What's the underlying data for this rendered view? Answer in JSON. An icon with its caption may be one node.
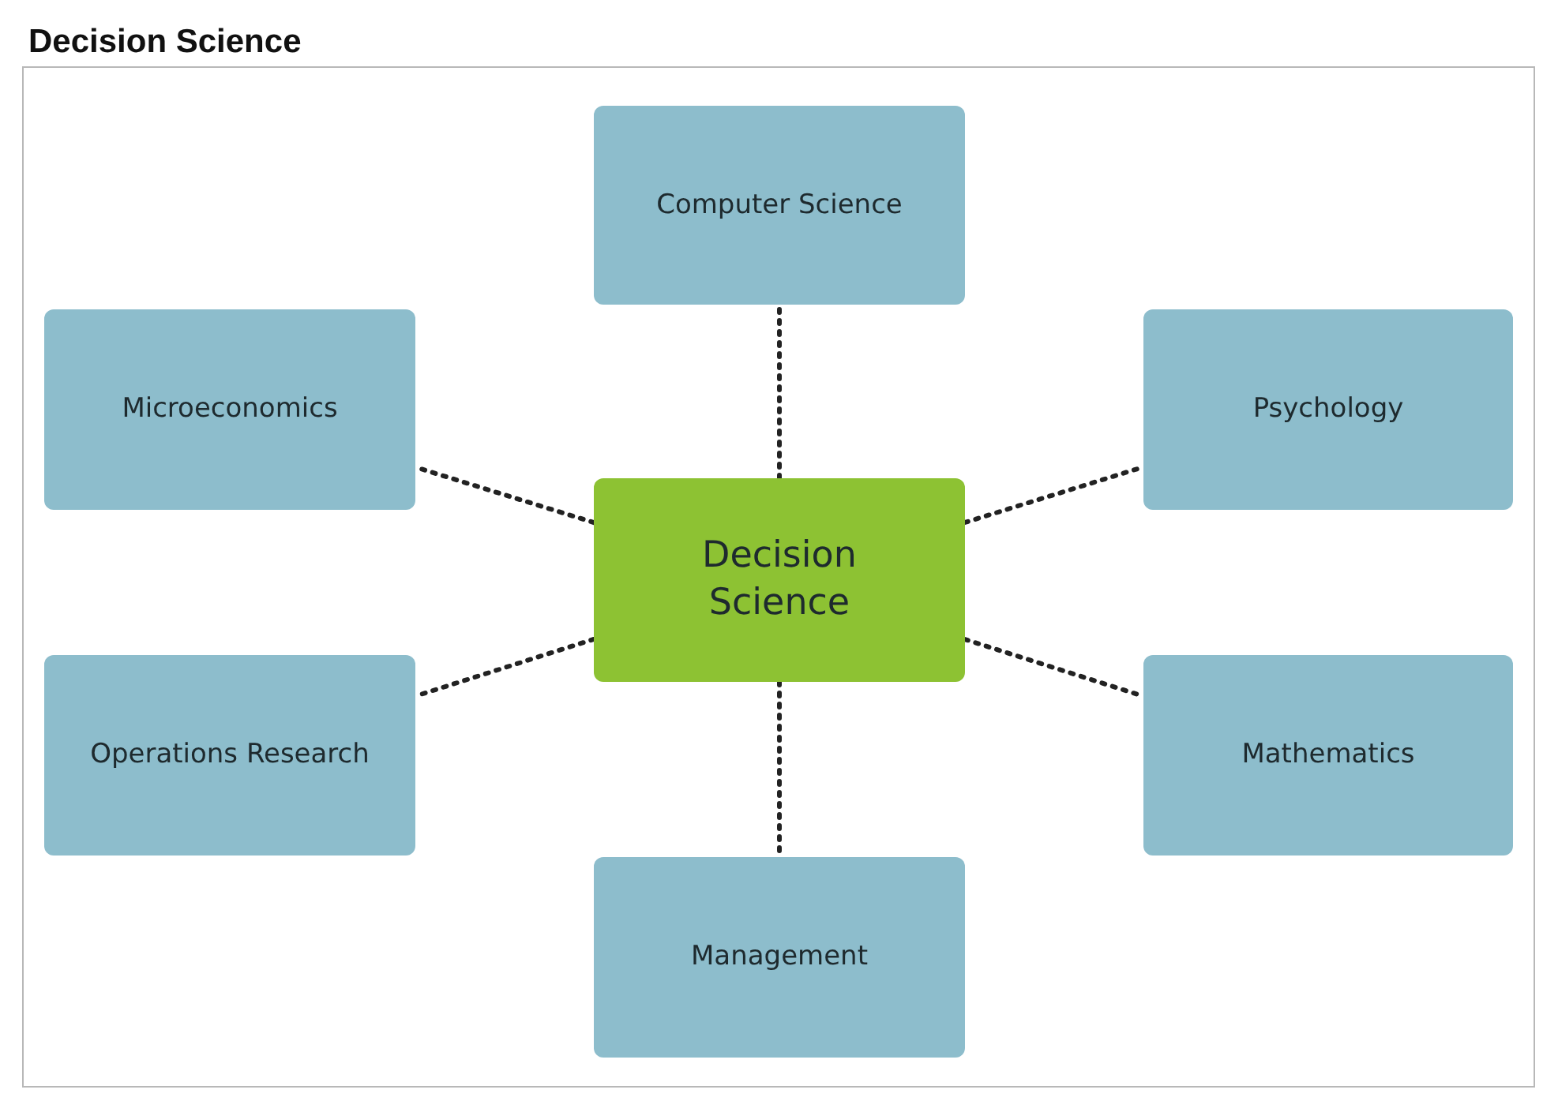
{
  "diagram": {
    "title": "Decision Science",
    "nodes": [
      {
        "text": [
          "Decision Science"
        ]
      },
      {
        "text": [
          "Computer Science"
        ]
      },
      {
        "text": [
          "Microeconomics"
        ]
      },
      {
        "text": [
          "Psychology"
        ]
      },
      {
        "text": [
          "Operations Research"
        ]
      },
      {
        "text": [
          "Mathematics"
        ]
      },
      {
        "text": [
          "Management"
        ]
      }
    ],
    "edges": [
      {
        "from": 0,
        "to": 1,
        "arrow": "none",
        "style": "dashed"
      },
      {
        "from": 0,
        "to": 2,
        "arrow": "none",
        "style": "dashed"
      },
      {
        "from": 0,
        "to": 3,
        "arrow": "none",
        "style": "dashed"
      },
      {
        "from": 0,
        "to": 4,
        "arrow": "none",
        "style": "dashed"
      },
      {
        "from": 0,
        "to": 5,
        "arrow": "none",
        "style": "dashed"
      },
      {
        "from": 0,
        "to": 6,
        "arrow": "none",
        "style": "dashed"
      }
    ]
  }
}
